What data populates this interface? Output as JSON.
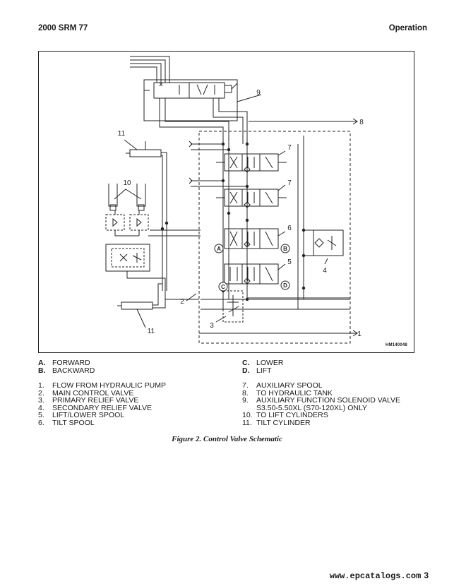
{
  "header": {
    "left": "2000 SRM 77",
    "right": "Operation"
  },
  "figure": {
    "code": "HM140048",
    "callouts": [
      "1",
      "2",
      "3",
      "4",
      "5",
      "6",
      "7",
      "8",
      "9",
      "10",
      "11"
    ],
    "port_letters": [
      "A",
      "B",
      "C",
      "D"
    ]
  },
  "legend_letters_left": [
    {
      "key": "A.",
      "label": "FORWARD"
    },
    {
      "key": "B.",
      "label": "BACKWARD"
    }
  ],
  "legend_letters_right": [
    {
      "key": "C.",
      "label": "LOWER"
    },
    {
      "key": "D.",
      "label": "LIFT"
    }
  ],
  "legend_numbers_left": [
    {
      "key": "1.",
      "label": "FLOW FROM HYDRAULIC PUMP"
    },
    {
      "key": "2.",
      "label": "MAIN CONTROL VALVE"
    },
    {
      "key": "3.",
      "label": "PRIMARY RELIEF VALVE"
    },
    {
      "key": "4.",
      "label": "SECONDARY RELIEF VALVE"
    },
    {
      "key": "5.",
      "label": "LIFT/LOWER SPOOL"
    },
    {
      "key": "6.",
      "label": "TILT SPOOL"
    }
  ],
  "legend_numbers_right": [
    {
      "key": "7.",
      "label": "AUXILIARY SPOOL"
    },
    {
      "key": "8.",
      "label": "TO HYDRAULIC TANK"
    },
    {
      "key": "9.",
      "label": "AUXILIARY FUNCTION SOLENOID VALVE",
      "cont": "S3.50-5.50XL (S70-120XL) ONLY"
    },
    {
      "key": "10.",
      "label": "TO LIFT CYLINDERS"
    },
    {
      "key": "11.",
      "label": "TILT CYLINDER"
    }
  ],
  "caption": "Figure 2.  Control Valve Schematic",
  "footer": {
    "site": "www.epcatalogs.com",
    "page": "3"
  }
}
